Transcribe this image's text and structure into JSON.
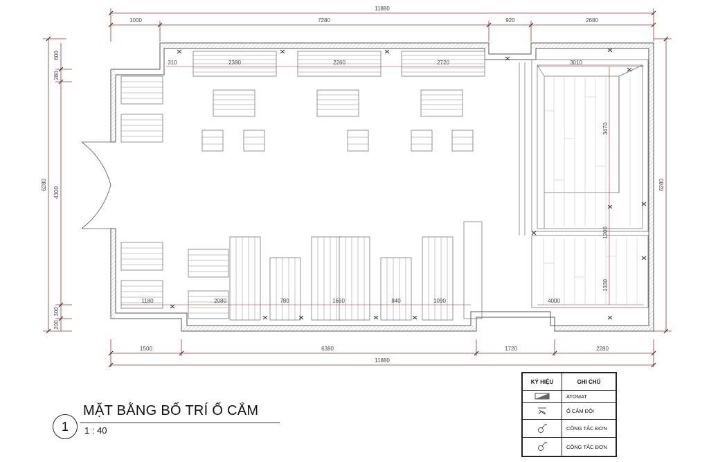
{
  "drawing": {
    "top_dims": {
      "overall": "11880",
      "segments": [
        "1000",
        "7280",
        "920",
        "2680"
      ]
    },
    "bottom_dims": {
      "overall": "11880",
      "segments": [
        "1500",
        "6380",
        "1720",
        "2280"
      ]
    },
    "left_dims": {
      "overall": "6280",
      "door": "4300",
      "top_small": [
        "600",
        "280"
      ],
      "bottom_small": [
        "300",
        "200"
      ]
    },
    "right_dims": {
      "overall": "6280"
    },
    "interior_dims": {
      "top_row": [
        "310",
        "2380",
        "2260",
        "2720",
        "3010"
      ],
      "bottom_row": [
        "1180",
        "2080",
        "780",
        "1660",
        "840",
        "1090",
        "4000"
      ],
      "right_vertical": [
        "3470",
        "1200",
        "1330"
      ]
    }
  },
  "title": {
    "number": "1",
    "name": "MẶT BẰNG BỐ TRÍ Ổ CẮM",
    "scale": "1 : 40"
  },
  "legend": {
    "header_symbol": "KÝ HIỆU",
    "header_note": "GHI CHÚ",
    "rows": [
      {
        "icon": "atomat-icon",
        "note": "ATOMAT"
      },
      {
        "icon": "double-socket-icon",
        "note": "Ổ CẮM ĐÔI"
      },
      {
        "icon": "single-switch-icon",
        "note": "CÔNG TẮC ĐƠN"
      },
      {
        "icon": "single-switch-icon",
        "note": "CÔNG TẮC ĐƠN"
      }
    ]
  },
  "colors": {
    "dim_line": "#a03030",
    "wall": "#555555",
    "ink": "#333333"
  }
}
